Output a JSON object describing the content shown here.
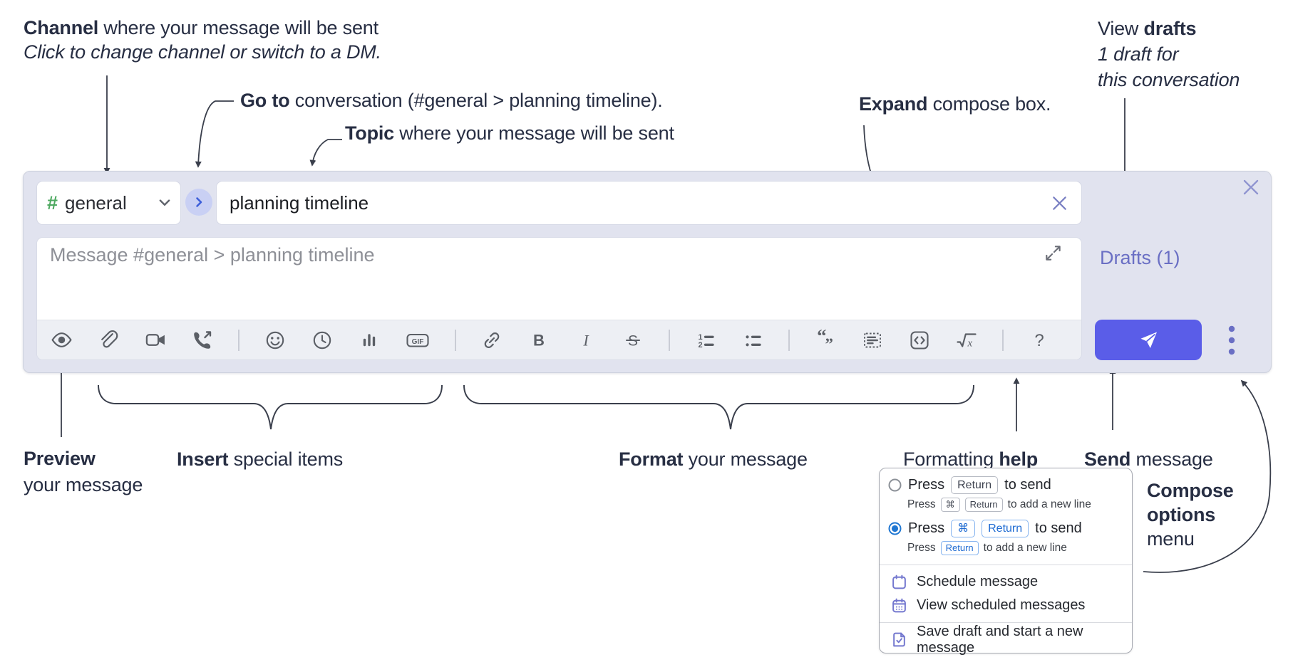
{
  "palette": {
    "composer_bg": "#e1e3ef",
    "annotation_ink": "#272e43",
    "leader_ink": "#3a3f4c",
    "toolbar_icon_gray": "#5b5f66",
    "placeholder_gray": "#8e9097",
    "purple_accent": "#6a6fc4",
    "send_button_blue": "#5a5de8",
    "jump_chevron_blue": "#3c5ed9",
    "channel_hash_green": "#4ea961",
    "radio_selected_blue": "#2077d2",
    "kbd_blue_text": "#1f6bd2"
  },
  "annotations": {
    "channel": {
      "bold": "Channel",
      "rest": " where your message will be sent",
      "sub": "Click to change channel or switch to a DM."
    },
    "go_to": {
      "bold": "Go to",
      "rest": " conversation (#general > planning timeline)."
    },
    "topic": {
      "bold": "Topic",
      "rest": " where your message will be sent"
    },
    "expand": {
      "bold": "Expand",
      "rest": " compose box."
    },
    "view_drafts": {
      "pre": "View ",
      "bold": "drafts",
      "line2": "1 draft for",
      "line3": "this conversation"
    },
    "preview": {
      "bold": "Preview",
      "line2": "your message"
    },
    "insert": {
      "bold": "Insert",
      "rest": " special items"
    },
    "format": {
      "bold": "Format",
      "rest": " your message"
    },
    "help": {
      "pre": "Formatting ",
      "bold": "help"
    },
    "send": {
      "bold": "Send",
      "rest": " message"
    },
    "compose_options": {
      "bold1": "Compose",
      "bold2": "options",
      "rest": "menu"
    }
  },
  "composer": {
    "channel_selector": {
      "hash": "#",
      "name": "general"
    },
    "topic": {
      "value": "planning timeline"
    },
    "message": {
      "placeholder": "Message #general > planning timeline"
    },
    "drafts_link": "Drafts (1)",
    "toolbar_groups": [
      {
        "icons": [
          "preview-eye-icon",
          "attach-paperclip-icon",
          "video-camera-icon",
          "phone-call-icon"
        ]
      },
      {
        "icons": [
          "emoji-smiley-icon",
          "recents-clock-icon",
          "poll-bars-icon",
          "gif-icon"
        ]
      },
      {
        "icons": [
          "link-icon",
          "bold-icon",
          "italic-icon",
          "strikethrough-icon"
        ]
      },
      {
        "icons": [
          "ordered-list-icon",
          "bullet-list-icon"
        ]
      },
      {
        "icons": [
          "blockquote-icon",
          "code-block-icon",
          "inline-code-icon",
          "formula-icon"
        ]
      },
      {
        "icons": [
          "formatting-help-icon"
        ]
      }
    ],
    "glyphs": {
      "gif": "GIF",
      "bold": "B",
      "italic": "I",
      "strike": "S",
      "ol1": "1",
      "ol2": "2",
      "quote_open": "“",
      "quote_close": "”",
      "formula_x": "x",
      "help": "?"
    }
  },
  "icons": {
    "jump-arrow-icon": "chevron-right in blue circle",
    "chevron-down-icon": "v",
    "clear-x-icon": "×",
    "close-x-icon": "×",
    "expand-icon": "diagonal resize arrows",
    "send-plane-icon": "white send arrow",
    "overflow-dots-icon": "⋮"
  },
  "compose_menu": {
    "radio_options": [
      {
        "selected": false,
        "main": {
          "pre": "Press",
          "key1": "Return",
          "post": "to send"
        },
        "sub": {
          "pre": "Press",
          "key1": "⌘",
          "key2": "Return",
          "post": "to add a new line"
        }
      },
      {
        "selected": true,
        "main": {
          "pre": "Press",
          "key1": "⌘",
          "key2": "Return",
          "post": "to send"
        },
        "sub": {
          "pre": "Press",
          "key1": "Return",
          "post": "to add a new line"
        }
      }
    ],
    "items": [
      {
        "icon": "calendar-icon",
        "label": "Schedule message"
      },
      {
        "icon": "calendar-scheduled-icon",
        "label": "View scheduled messages"
      },
      {
        "icon": "save-draft-icon",
        "label": "Save draft and start a new message"
      }
    ]
  }
}
